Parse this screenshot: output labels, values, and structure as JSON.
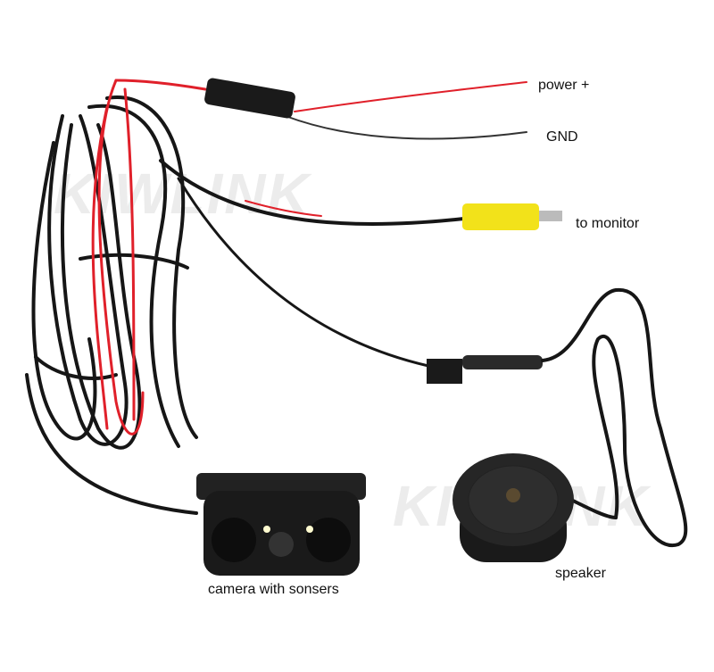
{
  "labels": {
    "power": "power +",
    "gnd": "GND",
    "monitor": "to monitor",
    "speaker": "speaker",
    "camera": "camera with sonsers"
  },
  "watermark": "KIWLINK",
  "colors": {
    "cable": "#161616",
    "red_wire": "#e0202a",
    "rca_yellow": "#f2e21a",
    "background": "#ffffff"
  }
}
